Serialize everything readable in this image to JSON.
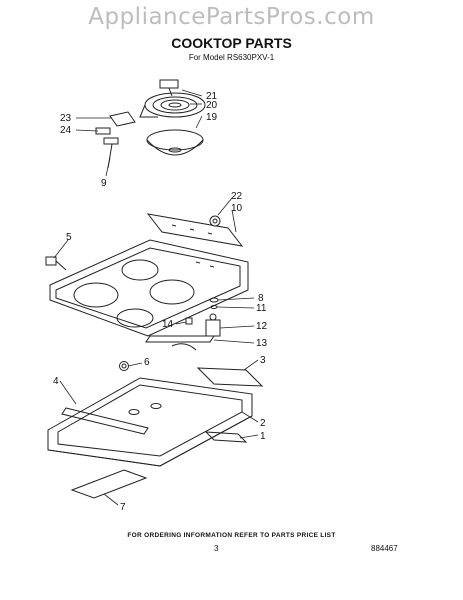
{
  "watermark": "AppliancePartsPros.com",
  "title": "COOKTOP PARTS",
  "subtitle": "For Model RS630PXV-1",
  "footer_note": "FOR ORDERING INFORMATION REFER TO PARTS PRICE LIST",
  "page_number": "3",
  "document_number": "884467",
  "callouts": [
    "21",
    "20",
    "19",
    "23",
    "24",
    "9",
    "22",
    "10",
    "5",
    "8",
    "11",
    "14",
    "12",
    "13",
    "6",
    "3",
    "4",
    "2",
    "1",
    "7"
  ]
}
